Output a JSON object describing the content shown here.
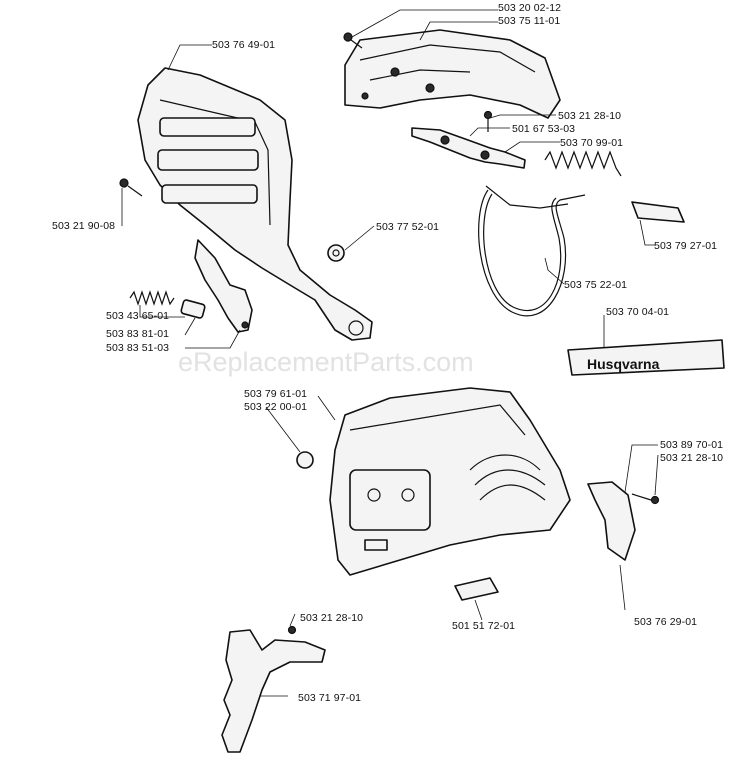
{
  "watermark": "eReplacementParts.com",
  "brand_decal": "Husqvarna",
  "labels": [
    {
      "id": "503-20-02-12",
      "text": "503 20 02-12"
    },
    {
      "id": "503-75-11-01",
      "text": "503 75 11-01"
    },
    {
      "id": "503-76-49-01",
      "text": "503 76 49-01"
    },
    {
      "id": "503-21-28-10-a",
      "text": "503 21 28-10"
    },
    {
      "id": "501-67-53-03",
      "text": "501 67 53-03"
    },
    {
      "id": "503-70-99-01",
      "text": "503 70 99-01"
    },
    {
      "id": "503-21-90-08",
      "text": "503 21 90-08"
    },
    {
      "id": "503-77-52-01",
      "text": "503 77 52-01"
    },
    {
      "id": "503-79-27-01",
      "text": "503 79 27-01"
    },
    {
      "id": "503-75-22-01",
      "text": "503 75 22-01"
    },
    {
      "id": "503-70-04-01",
      "text": "503 70 04-01"
    },
    {
      "id": "503-43-65-01",
      "text": "503 43 65-01"
    },
    {
      "id": "503-83-81-01",
      "text": "503 83 81-01"
    },
    {
      "id": "503-83-51-03",
      "text": "503 83 51-03"
    },
    {
      "id": "503-79-61-01",
      "text": "503 79 61-01"
    },
    {
      "id": "503-22-00-01",
      "text": "503 22 00-01"
    },
    {
      "id": "503-89-70-01",
      "text": "503 89 70-01"
    },
    {
      "id": "503-21-28-10-b",
      "text": "503 21 28-10"
    },
    {
      "id": "503-21-28-10-c",
      "text": "503 21 28-10"
    },
    {
      "id": "501-51-72-01",
      "text": "501 51 72-01"
    },
    {
      "id": "503-76-29-01",
      "text": "503 76 29-01"
    },
    {
      "id": "503-71-97-01",
      "text": "503 71 97-01"
    }
  ]
}
